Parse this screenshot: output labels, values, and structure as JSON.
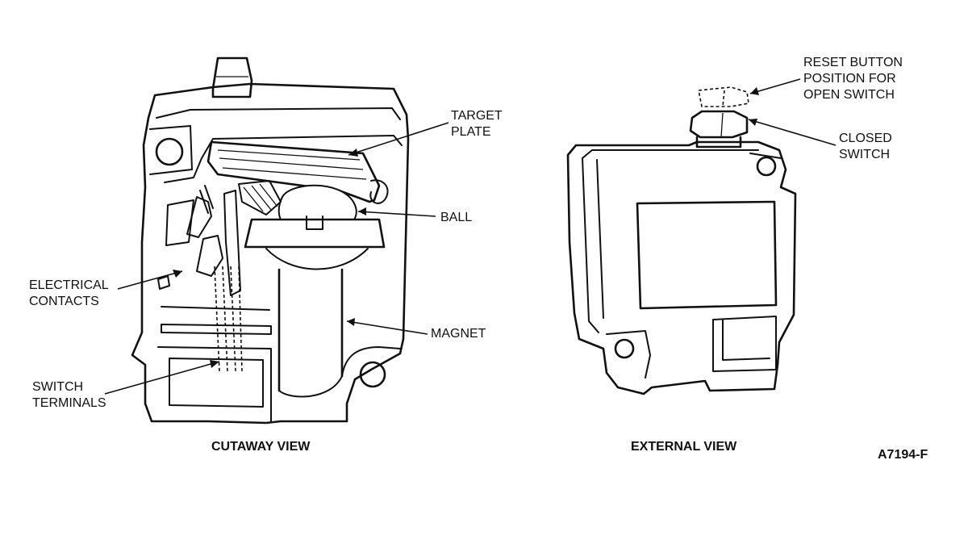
{
  "labels": {
    "target_plate_1": "TARGET",
    "target_plate_2": "PLATE",
    "ball": "BALL",
    "electrical_contacts_1": "ELECTRICAL",
    "electrical_contacts_2": "CONTACTS",
    "magnet": "MAGNET",
    "switch_terminals_1": "SWITCH",
    "switch_terminals_2": "TERMINALS",
    "reset_button_1": "RESET BUTTON",
    "reset_button_2": "POSITION FOR",
    "reset_button_3": "OPEN SWITCH",
    "closed_switch_1": "CLOSED",
    "closed_switch_2": "SWITCH"
  },
  "captions": {
    "cutaway_view": "CUTAWAY VIEW",
    "external_view": "EXTERNAL VIEW",
    "figure_id": "A7194-F"
  }
}
